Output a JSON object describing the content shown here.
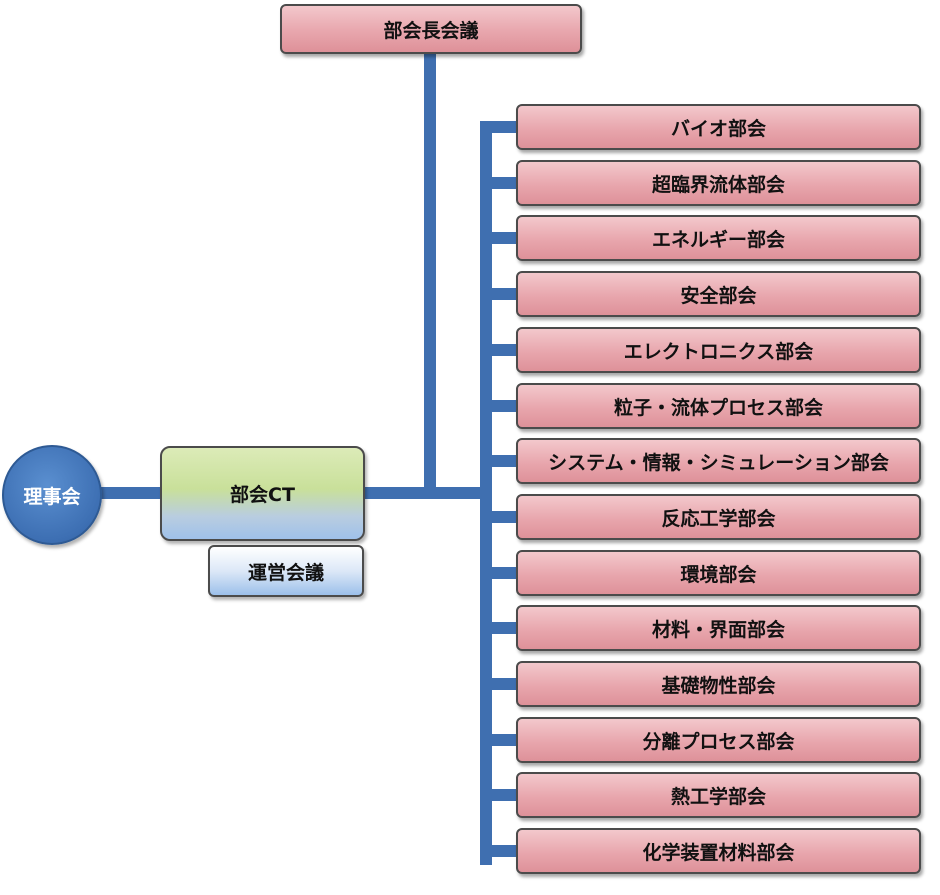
{
  "nodes": {
    "council": "理事会",
    "division_ct": "部会CT",
    "operations_meeting": "運営会議",
    "chairs_meeting": "部会長会議"
  },
  "divisions": [
    "バイオ部会",
    "超臨界流体部会",
    "エネルギー部会",
    "安全部会",
    "エレクトロニクス部会",
    "粒子・流体プロセス部会",
    "システム・情報・シミュレーション部会",
    "反応工学部会",
    "環境部会",
    "材料・界面部会",
    "基礎物性部会",
    "分離プロセス部会",
    "熱工学部会",
    "化学装置材料部会"
  ],
  "colors": {
    "connector": "#3f6fb0",
    "division_fill": "#e8a6ad",
    "council_fill": "#3d6fb3",
    "ct_fill_top": "#c9e09a",
    "ct_fill_bottom": "#9fc1ea"
  }
}
